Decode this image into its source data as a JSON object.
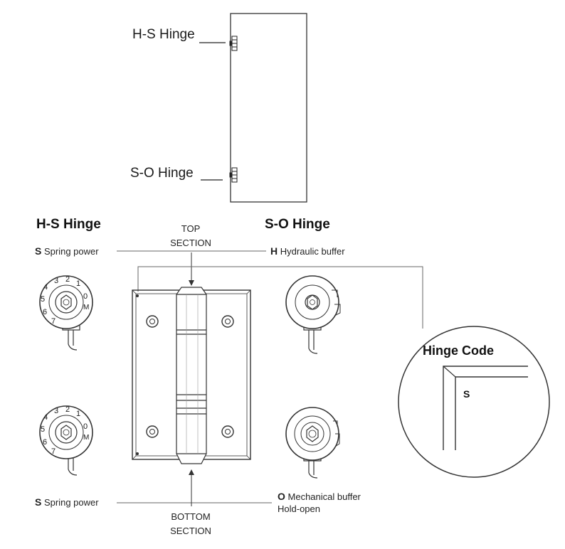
{
  "door_diagram": {
    "hs_label": "H-S Hinge",
    "so_label": "S-O Hinge"
  },
  "left_panel": {
    "title": "H-S Hinge",
    "top_legend": {
      "letter": "S",
      "text": "Spring power"
    },
    "bottom_legend": {
      "letter": "S",
      "text": "Spring power"
    },
    "dial_numbers": [
      "4",
      "3",
      "2",
      "1",
      "0",
      "M",
      "5",
      "6",
      "7"
    ]
  },
  "right_panel": {
    "title": "S-O Hinge",
    "top_legend": {
      "letter": "H",
      "text": "Hydraulic buffer"
    },
    "bottom_legend": {
      "letter": "O",
      "text": "Mechanical buffer",
      "text2": "Hold-open"
    }
  },
  "center": {
    "top_section": [
      "TOP",
      "SECTION"
    ],
    "bottom_section": [
      "BOTTOM",
      "SECTION"
    ]
  },
  "hinge_code": {
    "title": "Hinge Code",
    "letter": "S"
  }
}
